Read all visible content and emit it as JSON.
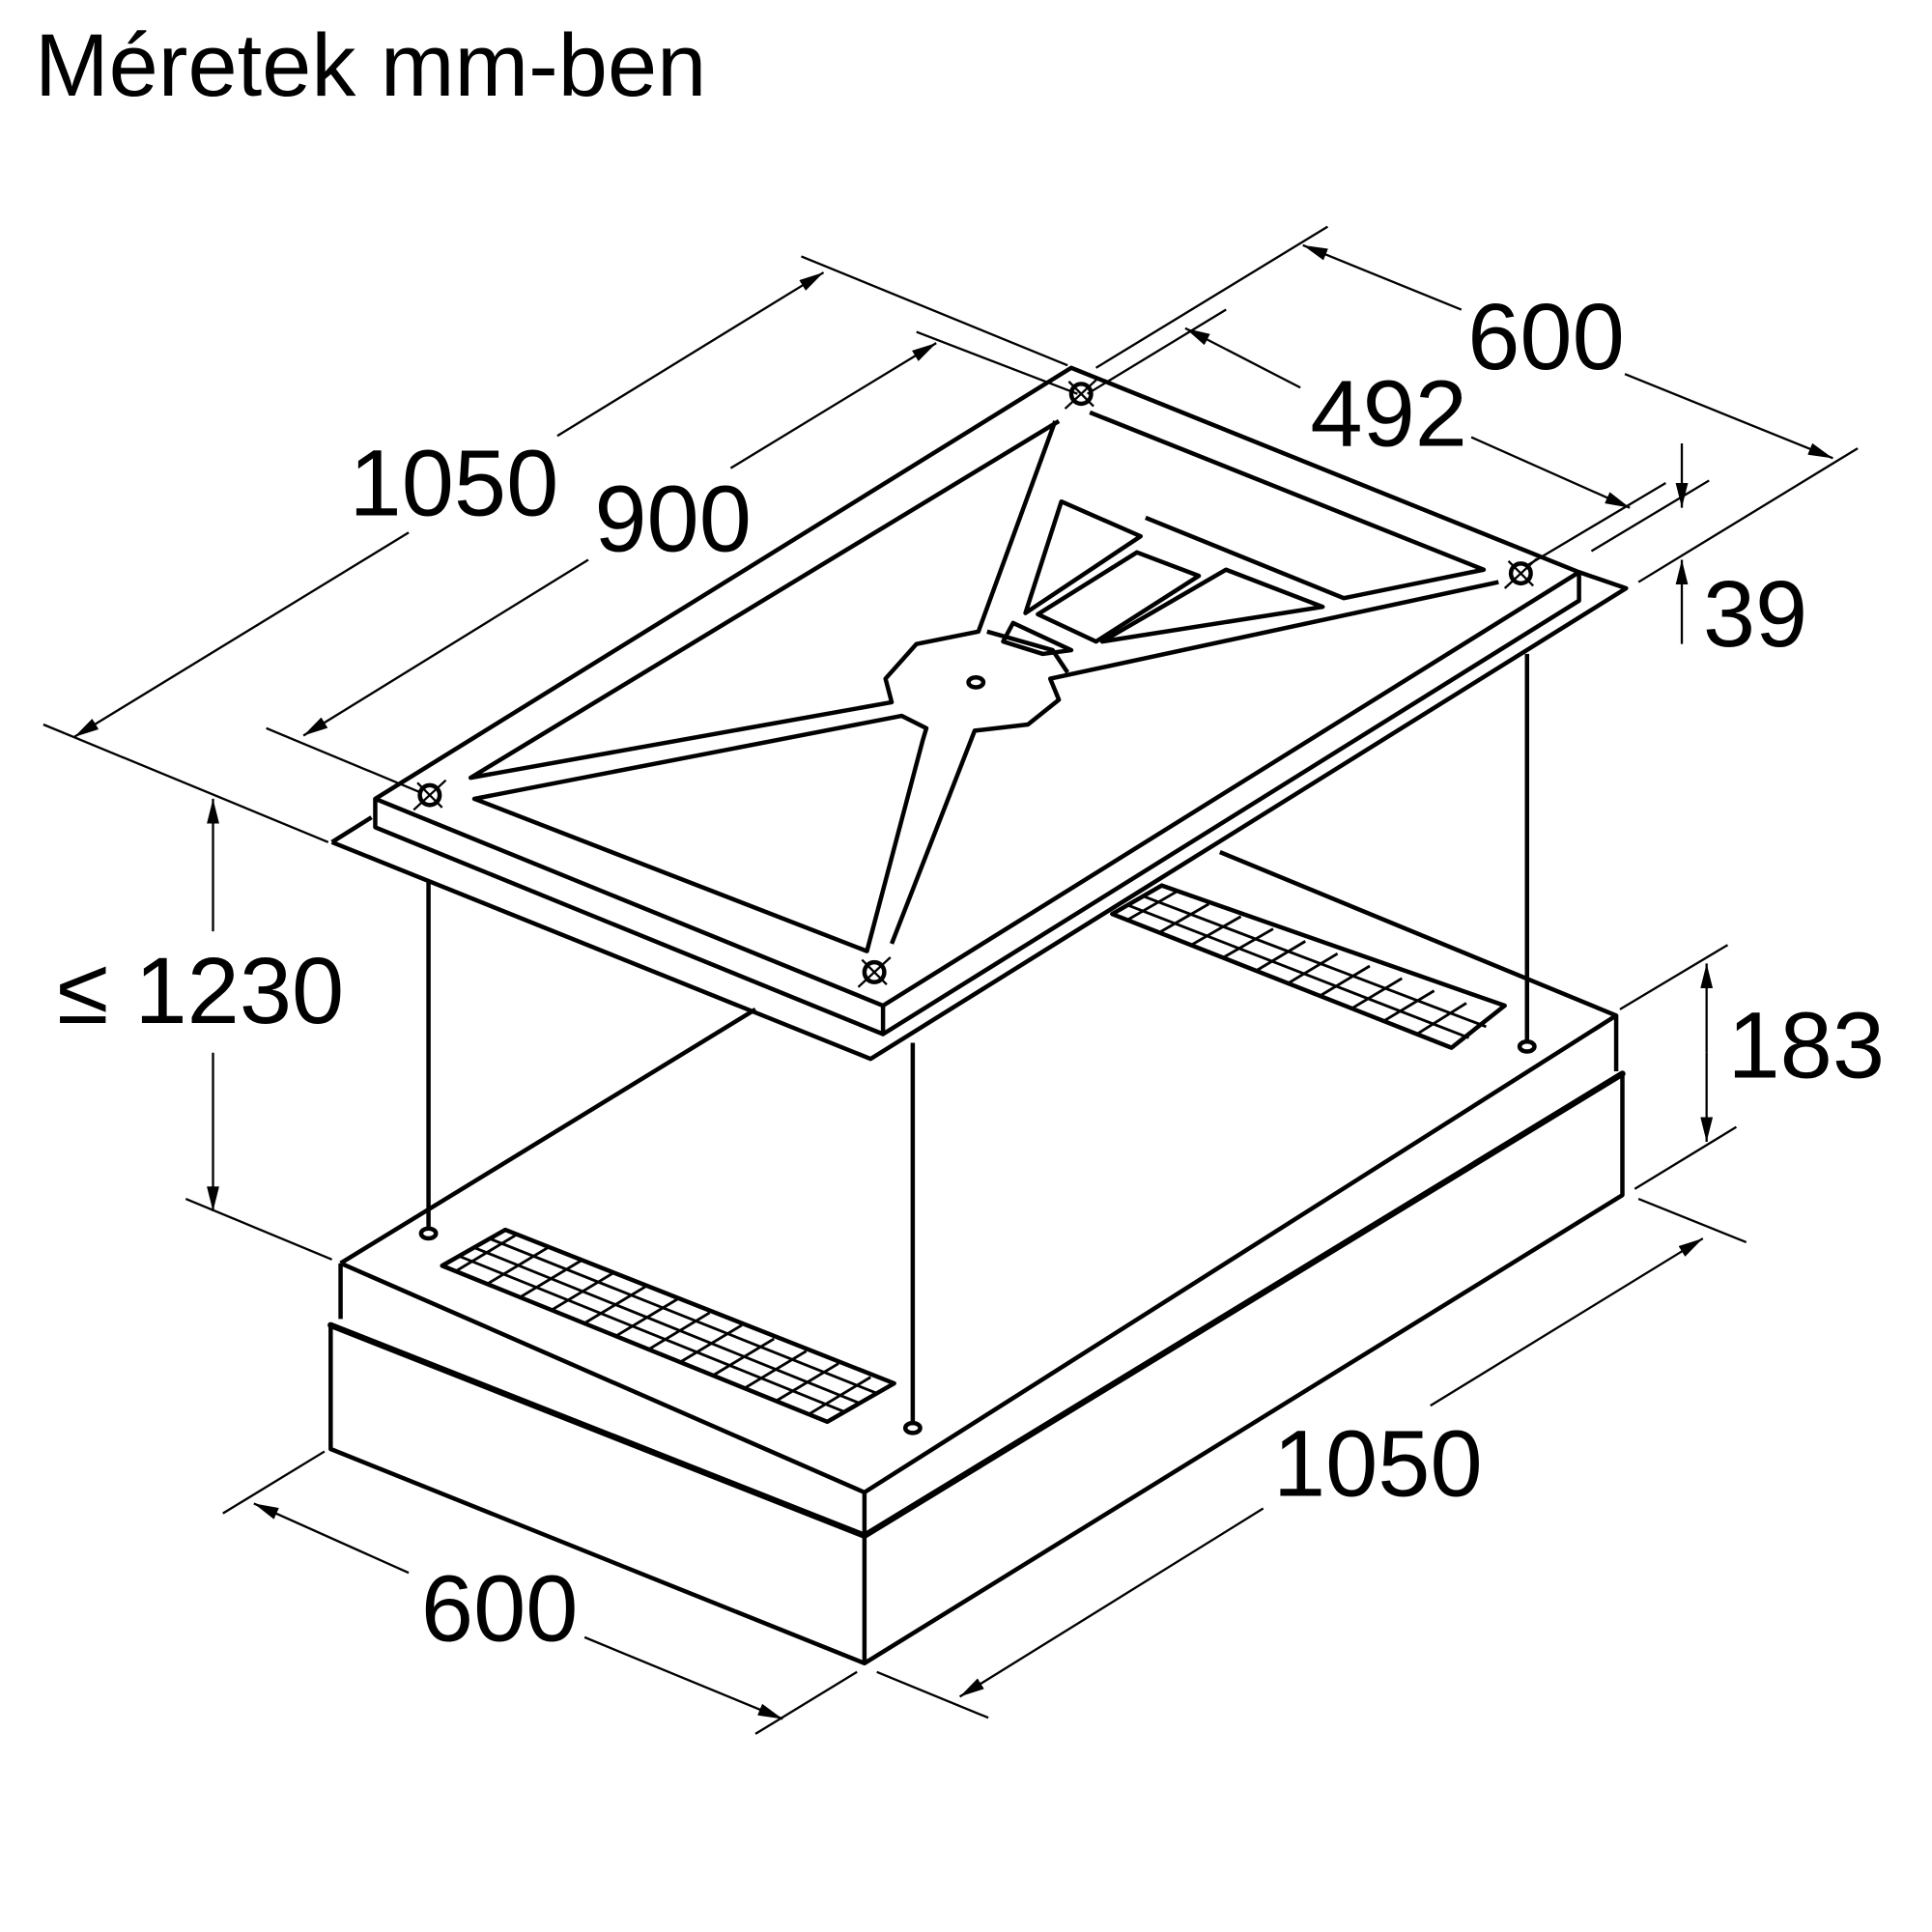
{
  "title": "Méretek mm-ben",
  "colors": {
    "line": "#000000",
    "background": "#ffffff"
  },
  "dimensions": {
    "mount_plate_length": "1050",
    "mount_plate_hole_spacing_length": "900",
    "mount_plate_width": "600",
    "mount_plate_hole_spacing_width": "492",
    "mount_plate_thickness": "39",
    "max_suspension_height": "≤ 1230",
    "hood_height": "183",
    "hood_width": "600",
    "hood_length": "1050"
  },
  "components": {
    "mounting_plate": "ceiling mounting frame",
    "suspension_cables": 4,
    "hood_body": "ceiling hood unit",
    "grease_filters": 2
  }
}
